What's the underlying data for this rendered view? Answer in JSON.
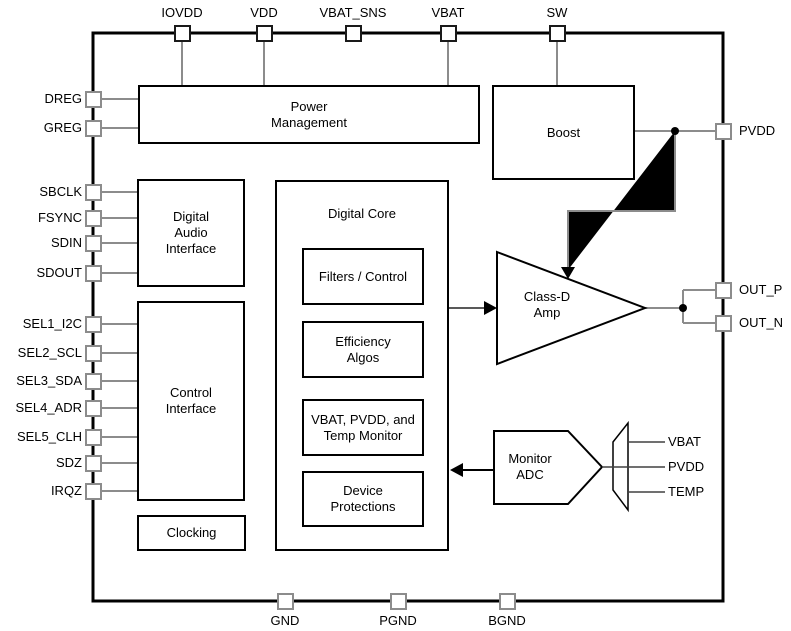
{
  "pins": {
    "top": [
      "IOVDD",
      "VDD",
      "VBAT_SNS",
      "VBAT",
      "SW"
    ],
    "left": [
      "DREG",
      "GREG",
      "SBCLK",
      "FSYNC",
      "SDIN",
      "SDOUT",
      "SEL1_I2C",
      "SEL2_SCL",
      "SEL3_SDA",
      "SEL4_ADR",
      "SEL5_CLH",
      "SDZ",
      "IRQZ"
    ],
    "right": [
      "PVDD",
      "OUT_P",
      "OUT_N"
    ],
    "bottom": [
      "GND",
      "PGND",
      "BGND"
    ]
  },
  "blocks": {
    "power_management": "Power Management",
    "boost": "Boost",
    "digital_audio_interface": "Digital Audio Interface",
    "control_interface": "Control Interface",
    "clocking": "Clocking",
    "digital_core": "Digital Core",
    "filters_control": "Filters / Control",
    "efficiency_algos": "Efficiency Algos",
    "vbat_monitor": "VBAT, PVDD, and Temp Monitor",
    "device_protections": "Device Protections",
    "class_d_amp": "Class-D Amp",
    "monitor_adc": "Monitor ADC"
  },
  "monitor_mux_inputs": [
    "VBAT",
    "PVDD",
    "TEMP"
  ],
  "colors": {
    "outline": "#000000",
    "connector": "#8c8c8c",
    "background": "#ffffff"
  }
}
